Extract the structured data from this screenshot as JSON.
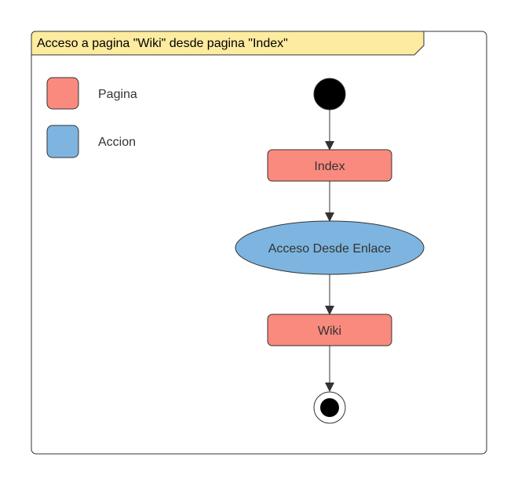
{
  "frame": {
    "title": "Acceso a pagina \"Wiki\" desde pagina \"Index\"",
    "title_bg_color": "#fdeb9f"
  },
  "legend": {
    "items": [
      {
        "label": "Pagina",
        "color": "#fa8a7e"
      },
      {
        "label": "Accion",
        "color": "#7db5e0"
      }
    ]
  },
  "flow": {
    "start_node": "initial-node",
    "nodes": [
      {
        "label": "Index",
        "shape": "rounded-rect",
        "color": "#fa8a7e"
      },
      {
        "label": "Acceso Desde Enlace",
        "shape": "ellipse",
        "color": "#7db5e0"
      },
      {
        "label": "Wiki",
        "shape": "rounded-rect",
        "color": "#fa8a7e"
      }
    ],
    "end_node": "final-node"
  }
}
